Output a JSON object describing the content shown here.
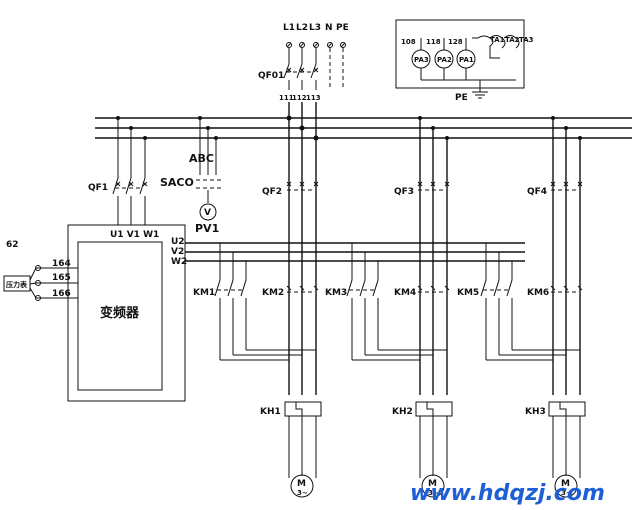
{
  "supply": {
    "l1": "L1",
    "l2": "L2",
    "l3": "L3",
    "n": "N",
    "pe": "PE"
  },
  "breakers": {
    "main": "QF01",
    "vfd": "QF1",
    "m1": "QF2",
    "m2": "QF3",
    "m3": "QF4"
  },
  "main_breaker_terminals": [
    "111",
    "112",
    "113"
  ],
  "meters": {
    "labels": [
      "108",
      "118",
      "128"
    ],
    "ammeters": [
      "PA3",
      "PA2",
      "PA1"
    ],
    "ct_labels": [
      "TA1",
      "TA2",
      "TA3"
    ],
    "pe": "PE"
  },
  "voltmeter": {
    "switch_phases": "ABC",
    "switch": "SACO",
    "symbol": "V",
    "name": "PV1"
  },
  "vfd": {
    "title": "变频器",
    "inputs": "U1 V1 W1",
    "outputs": [
      "U2",
      "V2",
      "W2"
    ],
    "terminal_group": "62",
    "terminals": [
      "164",
      "165",
      "166"
    ],
    "sensor": "压力表"
  },
  "contactors": [
    "KM1",
    "KM2",
    "KM3",
    "KM4",
    "KM5",
    "KM6"
  ],
  "relays": [
    "KH1",
    "KH2",
    "KH3"
  ],
  "motor": {
    "symbol": "M",
    "phase": "3~"
  },
  "watermark": "www.hdqzj.com"
}
